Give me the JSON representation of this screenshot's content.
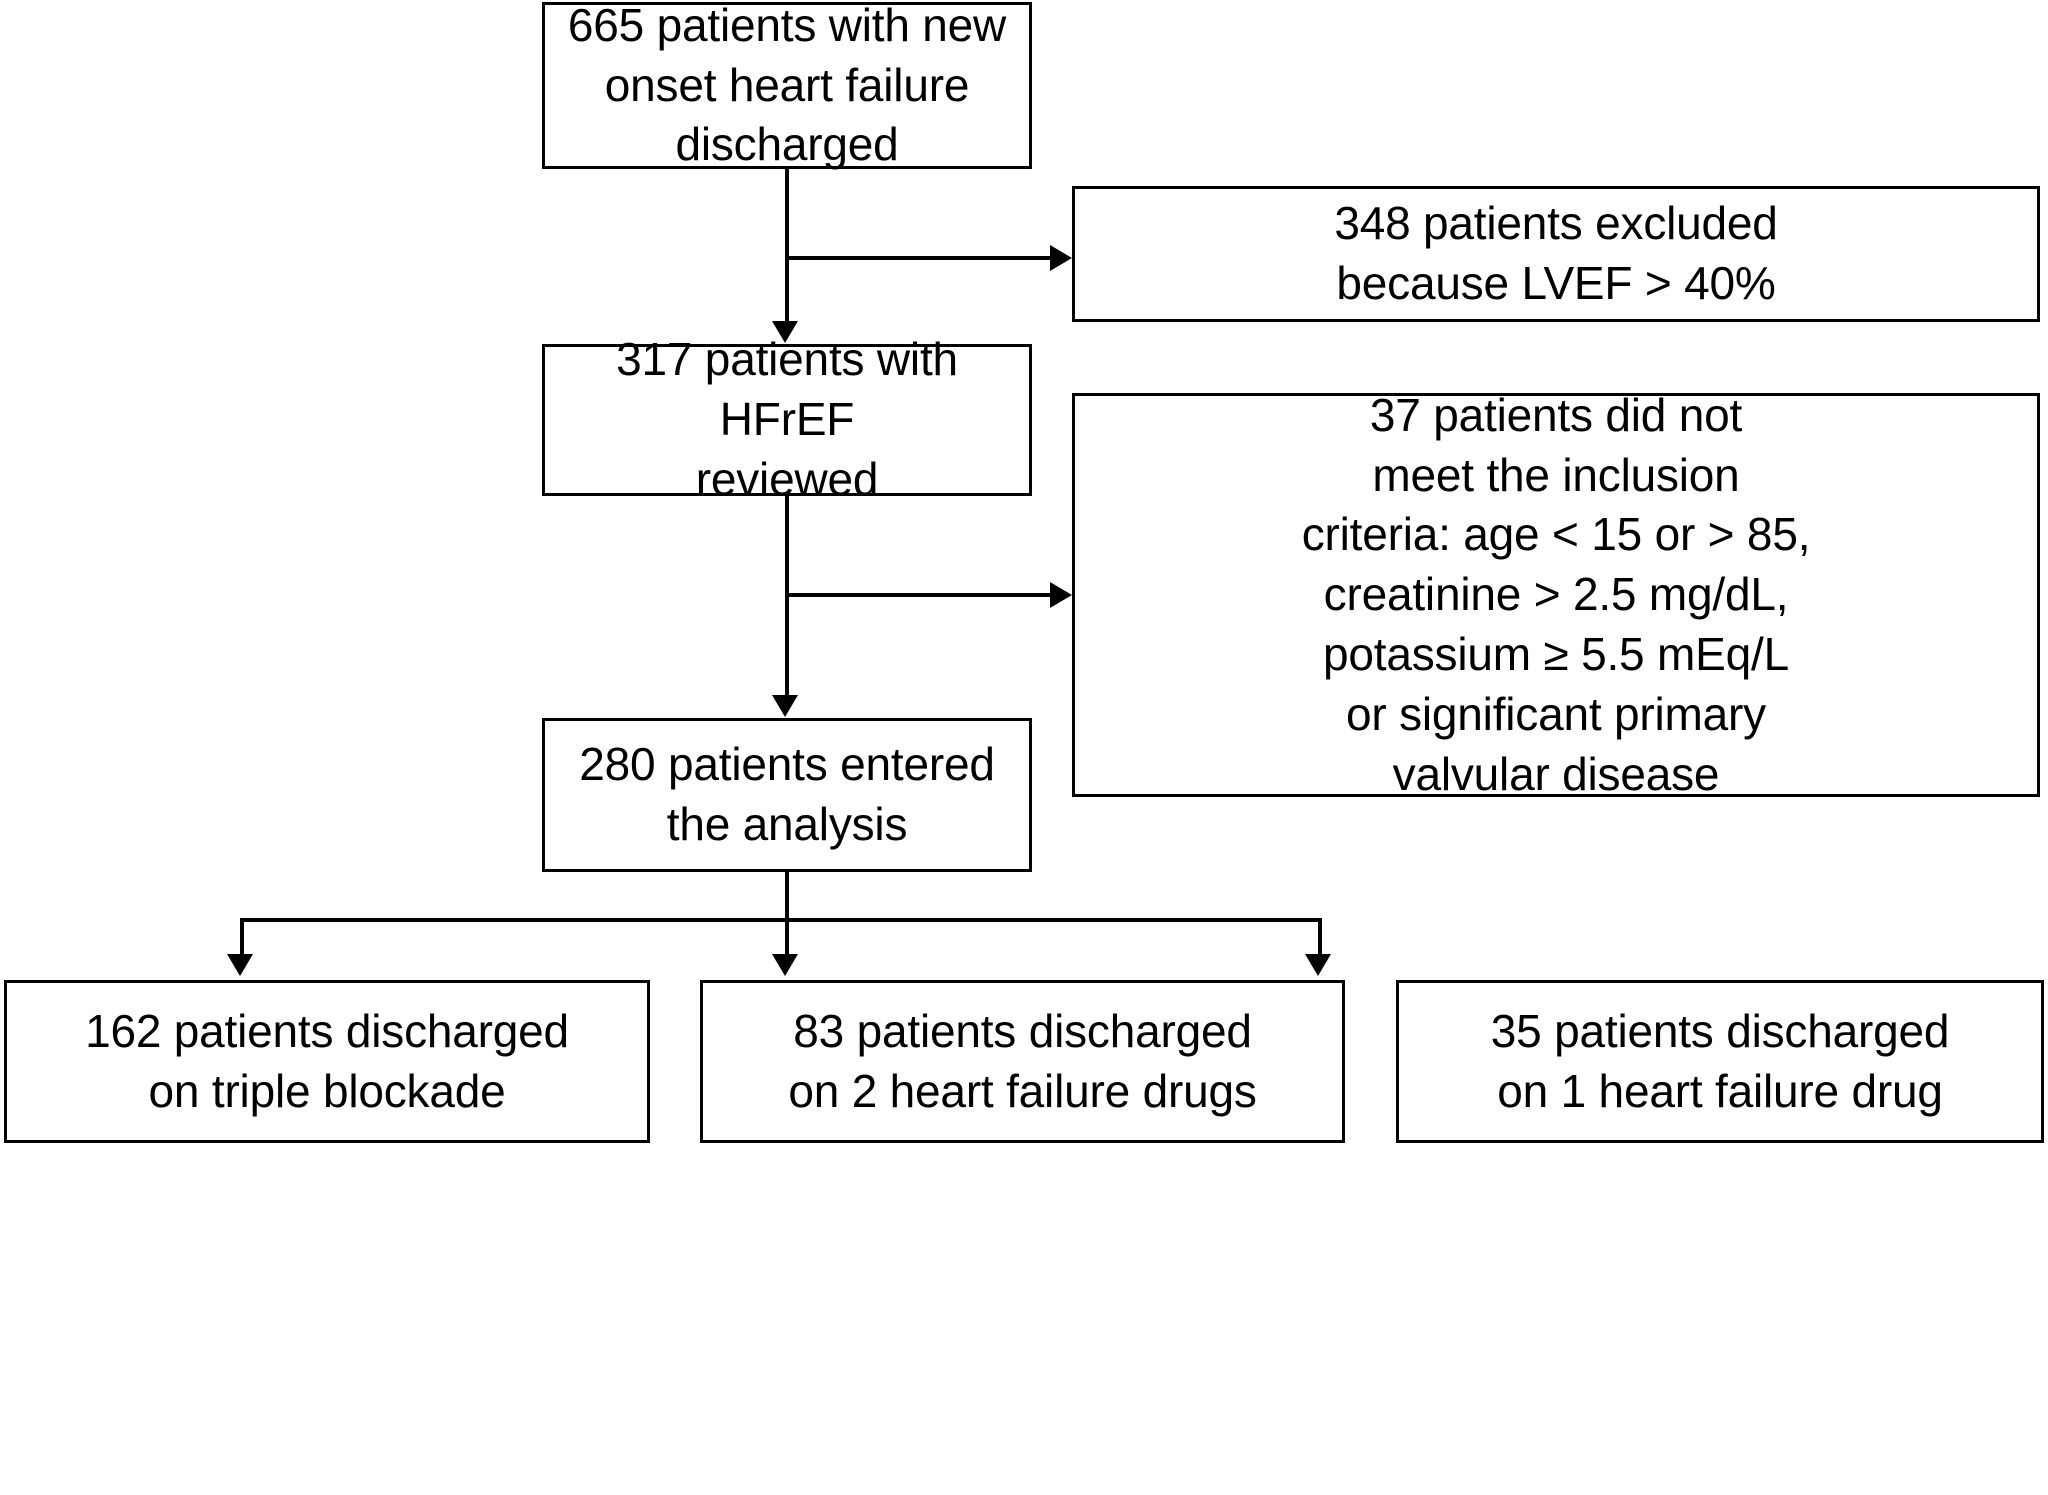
{
  "diagram": {
    "title": "Study patient selection flow diagram",
    "accent_color": "#000000",
    "background_color": "#ffffff",
    "nodes": {
      "enrolled": {
        "text": "665 patients with new\nonset heart failure\ndischarged",
        "count": 665
      },
      "excluded": {
        "text": "348 patients excluded\nbecause LVEF > 40%",
        "count": 348
      },
      "reviewed": {
        "text": "317 patients with HFrEF\nreviewed",
        "count": 317
      },
      "criteria": {
        "text": "37 patients did not\nmeet the inclusion\ncriteria: age < 15 or > 85,\ncreatinine > 2.5 mg/dL,\npotassium ≥ 5.5 mEq/L\nor significant primary\nvalvular disease",
        "count": 37
      },
      "analysis": {
        "text": "280 patients entered\nthe analysis",
        "count": 280
      },
      "triple_blockade": {
        "text": "162 patients discharged\non triple blockade",
        "count": 162
      },
      "two_drugs": {
        "text": "83 patients discharged\non 2 heart failure drugs",
        "count": 83
      },
      "one_drug": {
        "text": "35 patients discharged\non 1 heart failure drug",
        "count": 35
      }
    }
  },
  "chart_data": {
    "type": "diagram",
    "title": "Patient selection flow",
    "nodes": [
      {
        "id": "enrolled",
        "label": "665 patients with new onset heart failure discharged",
        "value": 665
      },
      {
        "id": "excluded",
        "label": "348 patients excluded because LVEF > 40%",
        "value": 348
      },
      {
        "id": "reviewed",
        "label": "317 patients with HFrEF reviewed",
        "value": 317
      },
      {
        "id": "criteria",
        "label": "37 patients did not meet the inclusion criteria: age < 15 or > 85, creatinine > 2.5 mg/dL, potassium ≥ 5.5 mEq/L or significant primary valvular disease",
        "value": 37
      },
      {
        "id": "analysis",
        "label": "280 patients entered the analysis",
        "value": 280
      },
      {
        "id": "triple_blockade",
        "label": "162 patients discharged on triple blockade",
        "value": 162
      },
      {
        "id": "two_drugs",
        "label": "83 patients discharged on 2 heart failure drugs",
        "value": 83
      },
      {
        "id": "one_drug",
        "label": "35 patients discharged on 1 heart failure drug",
        "value": 35
      }
    ],
    "edges": [
      {
        "from": "enrolled",
        "to": "excluded",
        "kind": "exclusion"
      },
      {
        "from": "enrolled",
        "to": "reviewed",
        "kind": "flow"
      },
      {
        "from": "reviewed",
        "to": "criteria",
        "kind": "exclusion"
      },
      {
        "from": "reviewed",
        "to": "analysis",
        "kind": "flow"
      },
      {
        "from": "analysis",
        "to": "triple_blockade",
        "kind": "split"
      },
      {
        "from": "analysis",
        "to": "two_drugs",
        "kind": "split"
      },
      {
        "from": "analysis",
        "to": "one_drug",
        "kind": "split"
      }
    ]
  }
}
